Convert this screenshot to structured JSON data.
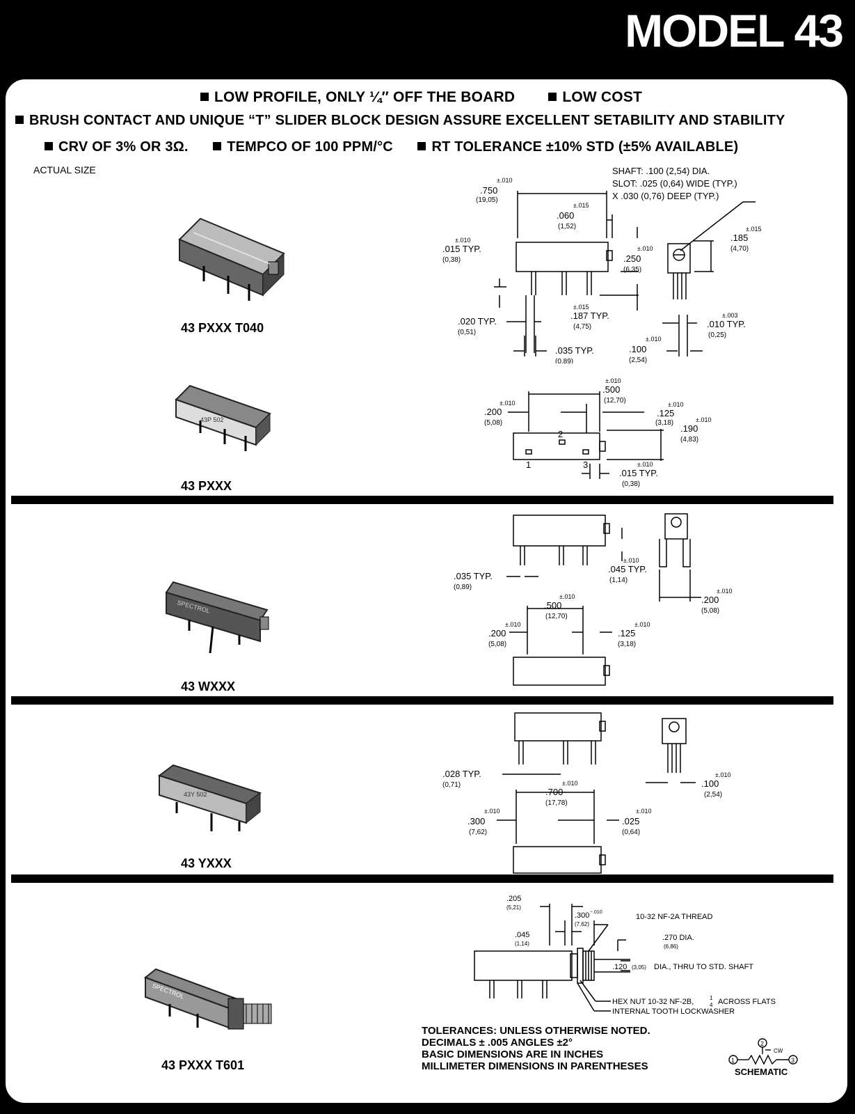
{
  "header": {
    "title": "MODEL 43"
  },
  "features": {
    "line1": [
      "LOW PROFILE, ONLY ¼″ OFF THE BOARD",
      "LOW COST"
    ],
    "line2": [
      "BRUSH CONTACT AND UNIQUE “T” SLIDER BLOCK DESIGN ASSURE EXCELLENT SETABILITY AND STABILITY"
    ],
    "line3": [
      "CRV OF 3% OR 3Ω.",
      "TEMPCO OF 100 PPM/°C",
      "RT TOLERANCE ±10% STD (±5% AVAILABLE)"
    ]
  },
  "actual_size": "ACTUAL SIZE",
  "models": [
    {
      "label": "43 PXXX T040"
    },
    {
      "label": "43 PXXX"
    },
    {
      "label": "43 WXXX"
    },
    {
      "label": "43 YXXX"
    },
    {
      "label": "43 PXXX  T601"
    }
  ],
  "dims_t040": {
    "shaft": "SHAFT: .100 (2,54) DIA.",
    "slot": "SLOT: .025 (0,64) WIDE (TYP.)",
    "deep": "X .030 (0,76) DEEP (TYP.)",
    "tol10": "±.010",
    "tol15": "±.015",
    "tol3": "±.003",
    "d750": ".750",
    "m750": "(19,05)",
    "d060": ".060",
    "m060": "(1,52)",
    "d015": ".015 TYP.",
    "m015": "(0,38)",
    "d250": ".250",
    "m250": "(6,35)",
    "d185": ".185",
    "m185": "(4,70)",
    "d187": ".187 TYP.",
    "m187": "(4,75)",
    "d020": ".020 TYP.",
    "m020": "(0,51)",
    "d035": ".035 TYP.",
    "m035": "(0,89)",
    "d100": ".100",
    "m100": "(2,54)",
    "d010": ".010 TYP.",
    "m010": "(0,25)"
  },
  "dims_p": {
    "d500": ".500",
    "m500": "(12,70)",
    "d200": ".200",
    "m200": "(5,08)",
    "d125": ".125",
    "m125": "(3,18)",
    "d190": ".190",
    "m190": "(4,83)",
    "d015": ".015 TYP.",
    "m015": "(0,38)",
    "pin1": "1",
    "pin2": "2",
    "pin3": "3",
    "tol10": "±.010"
  },
  "dims_w": {
    "d035": ".035 TYP.",
    "m035": "(0,89)",
    "d045": ".045 TYP.",
    "m045": "(1,14)",
    "d200a": ".200",
    "m200a": "(5,08)",
    "d500": ".500",
    "m500": "(12,70)",
    "d200": ".200",
    "m200": "(5,08)",
    "d125": ".125",
    "m125": "(3,18)",
    "tol10": "±.010"
  },
  "dims_y": {
    "d028": ".028 TYP.",
    "m028": "(0,71)",
    "d100": ".100",
    "m100": "(2,54)",
    "d700": ".700",
    "m700": "(17,78)",
    "d300": ".300",
    "m300": "(7,62)",
    "d025": ".025",
    "m025": "(0,64)",
    "tol10": "±.010"
  },
  "dims_t601": {
    "d205": ".205",
    "m205": "(5,21)",
    "d300": ".300",
    "m300": "(7,62)",
    "d045": ".045",
    "m045": "(1,14)",
    "tol": "−.010",
    "thread": "10-32 NF-2A THREAD",
    "d270": ".270 DIA.",
    "m270": "(6,86)",
    "d120": ".120",
    "m120": "(3,05)",
    "shaft_note": "DIA., THRU TO STD. SHAFT",
    "hexnut": "HEX NUT 10-32 NF-2B,",
    "hexnut2": "ACROSS FLATS",
    "frac_num": "1",
    "frac_den": "4",
    "lockwasher": "INTERNAL TOOTH LOCKWASHER"
  },
  "tolerances": {
    "line1": "TOLERANCES: UNLESS OTHERWISE NOTED.",
    "line2": "DECIMALS ± .005  ANGLES ±2°",
    "line3": "BASIC DIMENSIONS ARE IN INCHES",
    "line4": "MILLIMETER DIMENSIONS IN PARENTHESES"
  },
  "schematic": {
    "label": "SCHEMATIC",
    "pin1": "1",
    "pin2": "2",
    "pin3": "3",
    "cw": "CW"
  }
}
